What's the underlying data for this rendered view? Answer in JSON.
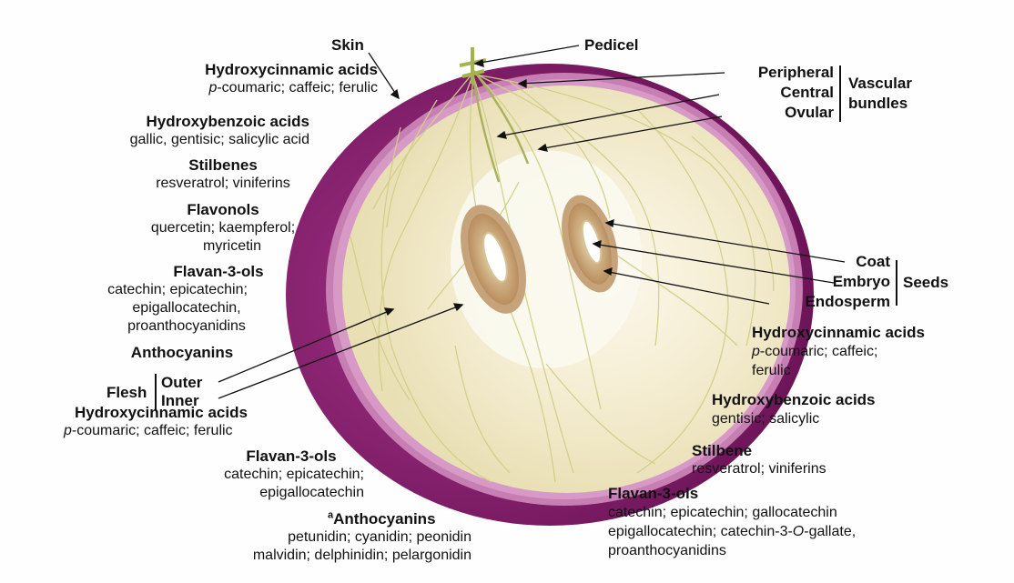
{
  "colors": {
    "skin": "#8a1f6e",
    "skin_edge": "#c980b5",
    "flesh": "#efe6c2",
    "core": "#fbf8ec",
    "vessel": "#d5d590",
    "seed_outer": "#c79c6c",
    "seed_inner": "#eadbb7",
    "ink": "#111111"
  },
  "structure": {
    "skin": "Skin",
    "pedicel": "Pedicel",
    "vascular": {
      "peripheral": "Peripheral",
      "central": "Central",
      "ovular": "Ovular",
      "group1": "Vascular",
      "group2": "bundles"
    },
    "seeds": {
      "coat": "Coat",
      "embryo": "Embryo",
      "endosperm": "Endosperm",
      "group": "Seeds"
    },
    "flesh": {
      "group": "Flesh",
      "outer": "Outer",
      "inner": "Inner"
    }
  },
  "skin_compounds": {
    "hca_title": "Hydroxycinnamic acids",
    "hca_prefix": "p",
    "hca_rest": "-coumaric; caffeic; ferulic",
    "hba_title": "Hydroxybenzoic acids",
    "hba_list": "gallic, gentisic; salicylic acid",
    "stil_title": "Stilbenes",
    "stil_list": "resveratrol; viniferins",
    "flavonol_title": "Flavonols",
    "flavonol_l1": "quercetin; kaempferol;",
    "flavonol_l2": "myricetin",
    "f3o_title": "Flavan-3-ols",
    "f3o_l1": "catechin; epicatechin;",
    "f3o_l2": "epigallocatechin,",
    "f3o_l3": "proanthocyanidins",
    "antho_title": "Anthocyanins"
  },
  "flesh_compounds": {
    "hca_title": "Hydroxycinnamic acids",
    "hca_prefix": "p",
    "hca_rest": "-coumaric; caffeic; ferulic",
    "f3o_title": "Flavan-3-ols",
    "f3o_l1": "catechin; epicatechin;",
    "f3o_l2": "epigallocatechin",
    "antho_sup": "a",
    "antho_title": "Anthocyanins",
    "antho_l1": "petunidin; cyanidin; peonidin",
    "antho_l2": "malvidin; delphinidin; pelargonidin"
  },
  "seed_compounds": {
    "hca_title": "Hydroxycinnamic acids",
    "hca_prefix": "p",
    "hca_rest": "-coumaric; caffeic;",
    "hca_l2": "ferulic",
    "hba_title": "Hydroxybenzoic acids",
    "hba_list": "gentisic; salicylic",
    "stil_title": "Stilbene",
    "stil_list": "resveratrol; viniferins",
    "f3o_title": "Flavan-3-ols",
    "f3o_l1": "catechin; epicatechin; gallocatechin",
    "f3o_l2a": "epigallocatechin; catechin-3-",
    "f3o_l2b": "O",
    "f3o_l2c": "-gallate,",
    "f3o_l3": "proanthocyanidins"
  }
}
